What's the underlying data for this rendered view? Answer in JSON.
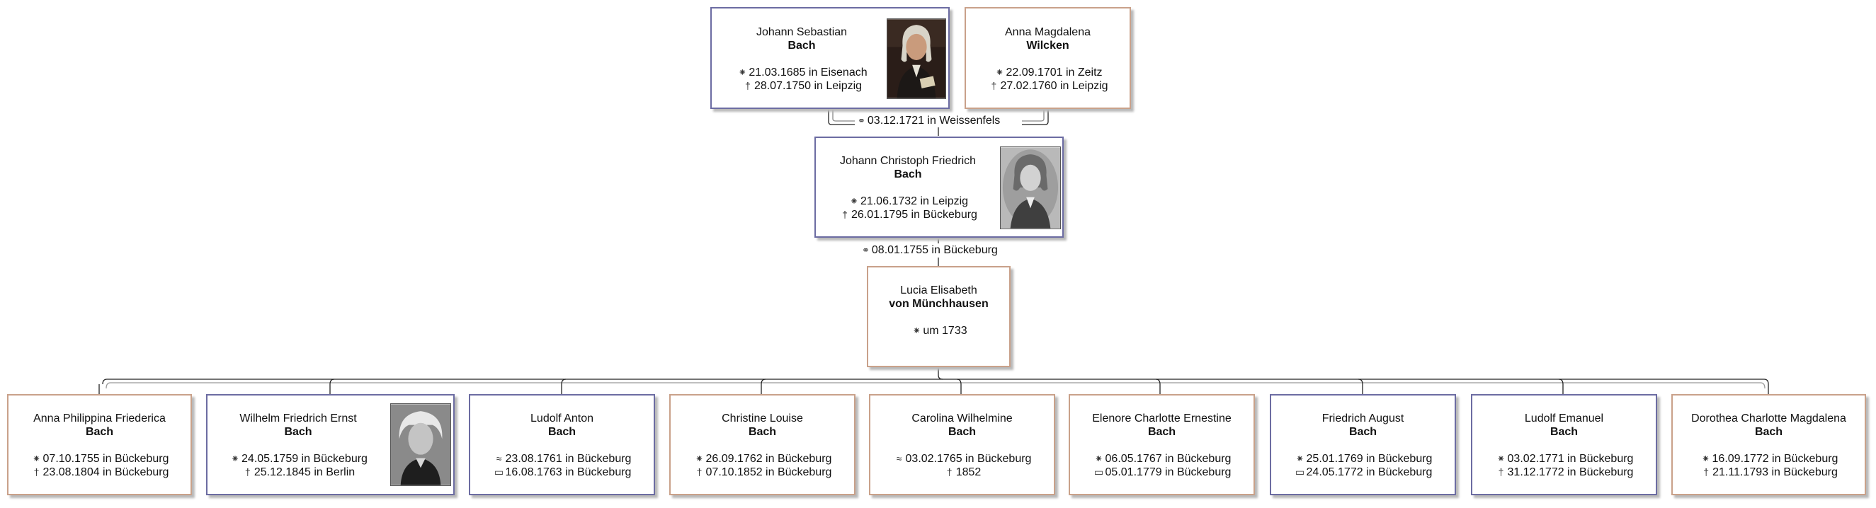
{
  "colors": {
    "male_border": "#6c6ca2",
    "female_border": "#c9a18a",
    "line": "#222222"
  },
  "icons": {
    "birth": "asterisk-birth-icon",
    "death": "dagger-death-icon",
    "approx": "approx-date-icon",
    "burial": "burial-icon",
    "marriage": "rings-icon"
  },
  "people": {
    "js": {
      "given": "Johann Sebastian",
      "surname": "Bach",
      "gender": "m",
      "portrait": "portrait-baroque",
      "events": [
        {
          "sym": "⁕",
          "text": "21.03.1685 in Eisenach"
        },
        {
          "sym": "†",
          "text": "28.07.1750 in Leipzig"
        }
      ]
    },
    "am": {
      "given": "Anna Magdalena",
      "surname": "Wilcken",
      "gender": "f",
      "events": [
        {
          "sym": "⁕",
          "text": "22.09.1701 in Zeitz"
        },
        {
          "sym": "†",
          "text": "27.02.1760 in Leipzig"
        }
      ]
    },
    "jcf": {
      "given": "Johann Christoph Friedrich",
      "surname": "Bach",
      "gender": "m",
      "portrait": "portrait-engraving",
      "events": [
        {
          "sym": "⁕",
          "text": "21.06.1732 in Leipzig"
        },
        {
          "sym": "†",
          "text": "26.01.1795 in Bückeburg"
        }
      ]
    },
    "le": {
      "given": "Lucia Elisabeth",
      "surname": "von Münchhausen",
      "gender": "f",
      "events": [
        {
          "sym": "⁕",
          "text": "um 1733"
        }
      ]
    },
    "c1": {
      "given": "Anna Philippina Friederica",
      "surname": "Bach",
      "gender": "f",
      "events": [
        {
          "sym": "⁕",
          "text": "07.10.1755 in Bückeburg"
        },
        {
          "sym": "†",
          "text": "23.08.1804 in Bückeburg"
        }
      ]
    },
    "c2": {
      "given": "Wilhelm Friedrich Ernst",
      "surname": "Bach",
      "gender": "m",
      "portrait": "portrait-elderly",
      "events": [
        {
          "sym": "⁕",
          "text": "24.05.1759 in Bückeburg"
        },
        {
          "sym": "†",
          "text": "25.12.1845 in Berlin"
        }
      ]
    },
    "c3": {
      "given": "Ludolf Anton",
      "surname": "Bach",
      "gender": "m",
      "events": [
        {
          "sym": "≈",
          "text": "23.08.1761 in Bückeburg"
        },
        {
          "sym": "▭",
          "text": "16.08.1763 in Bückeburg"
        }
      ]
    },
    "c4": {
      "given": "Christine Louise",
      "surname": "Bach",
      "gender": "f",
      "events": [
        {
          "sym": "⁕",
          "text": "26.09.1762 in Bückeburg"
        },
        {
          "sym": "†",
          "text": "07.10.1852 in Bückeburg"
        }
      ]
    },
    "c5": {
      "given": "Carolina Wilhelmine",
      "surname": "Bach",
      "gender": "f",
      "events": [
        {
          "sym": "≈",
          "text": "03.02.1765 in Bückeburg"
        },
        {
          "sym": "†",
          "text": "1852"
        }
      ]
    },
    "c6": {
      "given": "Elenore Charlotte Ernestine",
      "surname": "Bach",
      "gender": "f",
      "events": [
        {
          "sym": "⁕",
          "text": "06.05.1767 in Bückeburg"
        },
        {
          "sym": "▭",
          "text": "05.01.1779 in Bückeburg"
        }
      ]
    },
    "c7": {
      "given": "Friedrich August",
      "surname": "Bach",
      "gender": "m",
      "events": [
        {
          "sym": "⁕",
          "text": "25.01.1769 in Bückeburg"
        },
        {
          "sym": "▭",
          "text": "24.05.1772 in Bückeburg"
        }
      ]
    },
    "c8": {
      "given": "Ludolf Emanuel",
      "surname": "Bach",
      "gender": "m",
      "events": [
        {
          "sym": "⁕",
          "text": "03.02.1771 in Bückeburg"
        },
        {
          "sym": "†",
          "text": "31.12.1772 in Bückeburg"
        }
      ]
    },
    "c9": {
      "given": "Dorothea Charlotte Magdalena",
      "surname": "Bach",
      "gender": "f",
      "events": [
        {
          "sym": "⁕",
          "text": "16.09.1772 in Bückeburg"
        },
        {
          "sym": "†",
          "text": "21.11.1793 in Bückeburg"
        }
      ]
    }
  },
  "marriages": {
    "m1": {
      "sym": "⚭",
      "text": "03.12.1721 in Weissenfels"
    },
    "m2": {
      "sym": "⚭",
      "text": "08.01.1755 in Bückeburg"
    }
  }
}
